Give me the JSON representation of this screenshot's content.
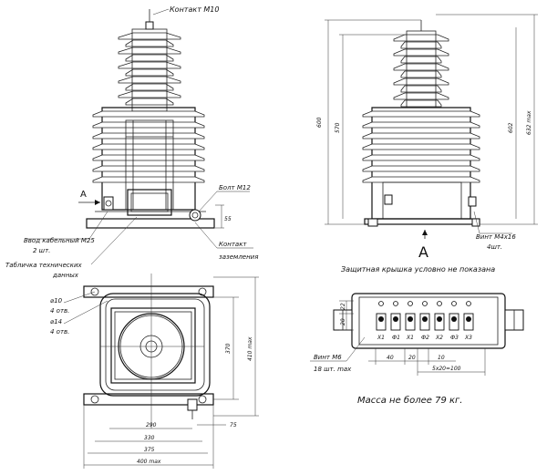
{
  "front": {
    "contact_top": "Контакт М10",
    "view_letter": "А",
    "bolt": "Болт М12",
    "dim_55": "55",
    "cable_entry": "Ввод кабельный М25",
    "cable_entry_qty": "2 шт.",
    "plate": "Табличка технических",
    "plate_2": "данных",
    "ground_contact": "Контакт",
    "ground_contact_2": "заземления"
  },
  "side": {
    "dim_600": "600",
    "dim_570": "570",
    "dim_602": "602",
    "dim_632": "632 max",
    "screw": "Винт М4х16",
    "screw_qty": "4шт.",
    "view_letter": "А"
  },
  "top": {
    "hole_10": "⌀10",
    "hole_10_qty": "4 отв.",
    "hole_14": "⌀14",
    "hole_14_qty": "4 отв.",
    "dim_370": "370",
    "dim_410": "410 max",
    "dim_75": "75",
    "dim_290": "290",
    "dim_330": "330",
    "dim_375": "375",
    "dim_400": "400 max"
  },
  "view_a": {
    "caption": "Защитная крышка условно не показана",
    "dim_22": "22",
    "dim_20": "20",
    "dim_40": "40",
    "dim_20b": "20",
    "dim_10": "10",
    "dim_5x20": "5x20=100",
    "screw": "Винт М6",
    "screw_qty": "18 шт. max",
    "terminals": [
      "Х1",
      "Ф1",
      "Х1",
      "Ф2",
      "Х2",
      "Ф3",
      "Х3"
    ]
  },
  "mass": "Масса не более 79 кг."
}
